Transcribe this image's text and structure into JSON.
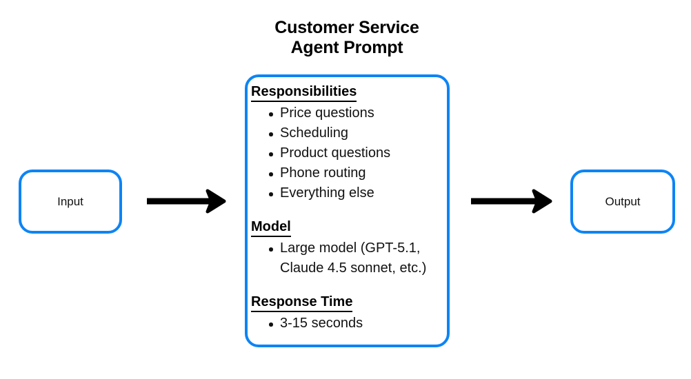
{
  "diagram": {
    "title": "Customer Service\nAgent Prompt",
    "accent_color": "#0d84f5",
    "arrow_color": "#000000",
    "background_color": "#ffffff"
  },
  "input_node": {
    "label": "Input"
  },
  "output_node": {
    "label": "Output"
  },
  "prompt_card": {
    "sections": [
      {
        "heading": "Responsibilities",
        "items": [
          "Price questions",
          "Scheduling",
          "Product questions",
          "Phone routing",
          "Everything else"
        ]
      },
      {
        "heading": "Model",
        "items": [
          "Large model (GPT-5.1, Claude 4.5 sonnet, etc.)"
        ]
      },
      {
        "heading": "Response Time",
        "items": [
          "3-15 seconds"
        ]
      }
    ]
  },
  "arrows": [
    {
      "name": "input-to-prompt",
      "from": "Input",
      "to": "Customer Service Agent Prompt"
    },
    {
      "name": "prompt-to-output",
      "from": "Customer Service Agent Prompt",
      "to": "Output"
    }
  ]
}
